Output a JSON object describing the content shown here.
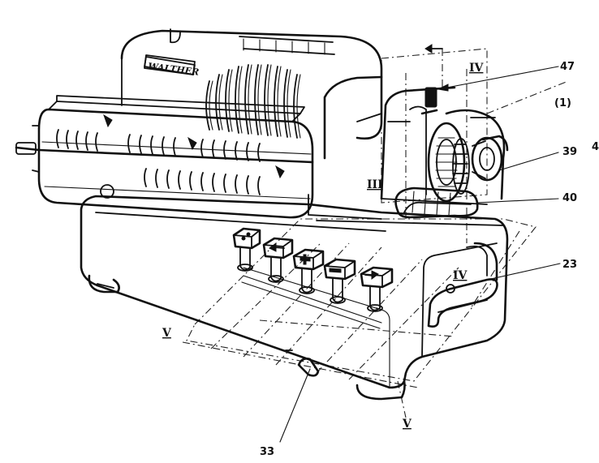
{
  "figure": {
    "brand_badge": "WALTHER",
    "part_labels": {
      "p47": "47",
      "p1": "(1)",
      "p4": "4",
      "p39": "39",
      "p40": "40",
      "p23": "23",
      "p33": "33"
    },
    "section_marks": {
      "iv_top": "IV",
      "iii": "III",
      "iv_right": "IV",
      "v_left": "V",
      "v_bottom": "V"
    }
  }
}
